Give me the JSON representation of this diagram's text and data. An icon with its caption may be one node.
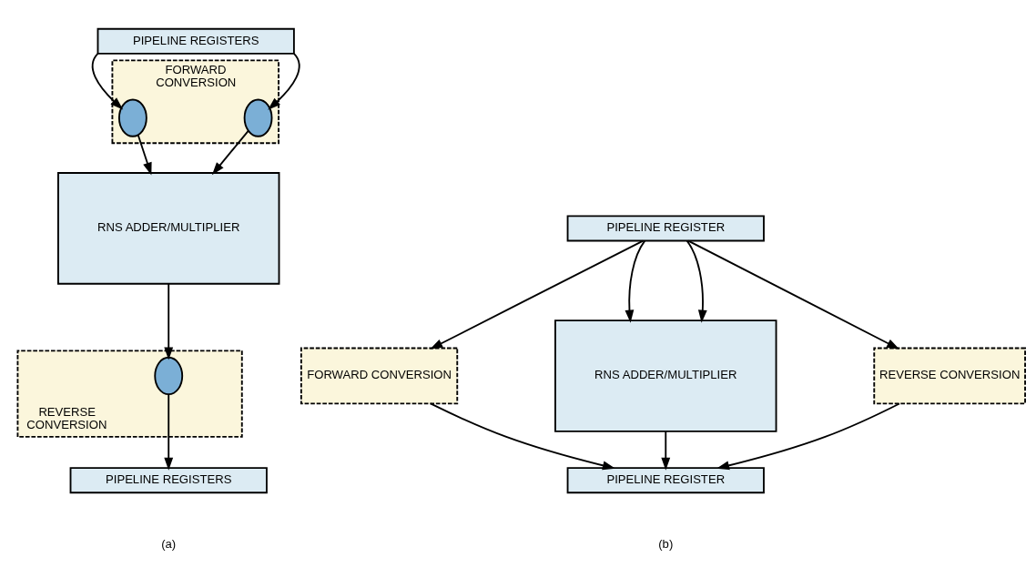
{
  "diagram": {
    "nodes": [
      {
        "text": [
          "PIPELINE REGISTERS"
        ]
      },
      {
        "text": [
          "FORWARD CONVERSION"
        ]
      },
      {
        "text": [],
        "shape": "circle",
        "in": 1
      },
      {
        "text": [],
        "shape": "circle",
        "in": 1
      },
      {
        "text": [
          "RNS ADDER/MULTIPLIER"
        ]
      },
      {
        "text": [
          "REVERSE CONVERSION"
        ]
      },
      {
        "text": [],
        "shape": "circle",
        "in": 5
      },
      {
        "text": [
          "PIPELINE REGISTERS"
        ]
      },
      {
        "text": [
          "PIPELINE REGISTER"
        ]
      },
      {
        "text": [
          "FORWARD CONVERSION"
        ]
      },
      {
        "text": [
          "RNS ADDER/MULTIPLIER"
        ]
      },
      {
        "text": [
          "REVERSE CONVERSION"
        ]
      },
      {
        "text": [
          "PIPELINE REGISTER"
        ]
      }
    ],
    "edges": [
      {
        "from": 0,
        "to": 2,
        "arrow": "to"
      },
      {
        "from": 0,
        "to": 3,
        "arrow": "to"
      },
      {
        "from": 2,
        "to": 4,
        "arrow": "to"
      },
      {
        "from": 3,
        "to": 4,
        "arrow": "to"
      },
      {
        "from": 4,
        "to": 6,
        "arrow": "to"
      },
      {
        "from": 6,
        "to": 7,
        "arrow": "to"
      },
      {
        "from": 8,
        "to": 9,
        "arrow": "to"
      },
      {
        "from": 8,
        "to": 10,
        "arrow": "to"
      },
      {
        "from": 8,
        "to": 10,
        "arrow": "to"
      },
      {
        "from": 8,
        "to": 11,
        "arrow": "to"
      },
      {
        "from": 9,
        "to": 12,
        "arrow": "to"
      },
      {
        "from": 10,
        "to": 12,
        "arrow": "to"
      },
      {
        "from": 11,
        "to": 12,
        "arrow": "to"
      }
    ],
    "labels": [
      "(a)",
      "(b)"
    ]
  }
}
